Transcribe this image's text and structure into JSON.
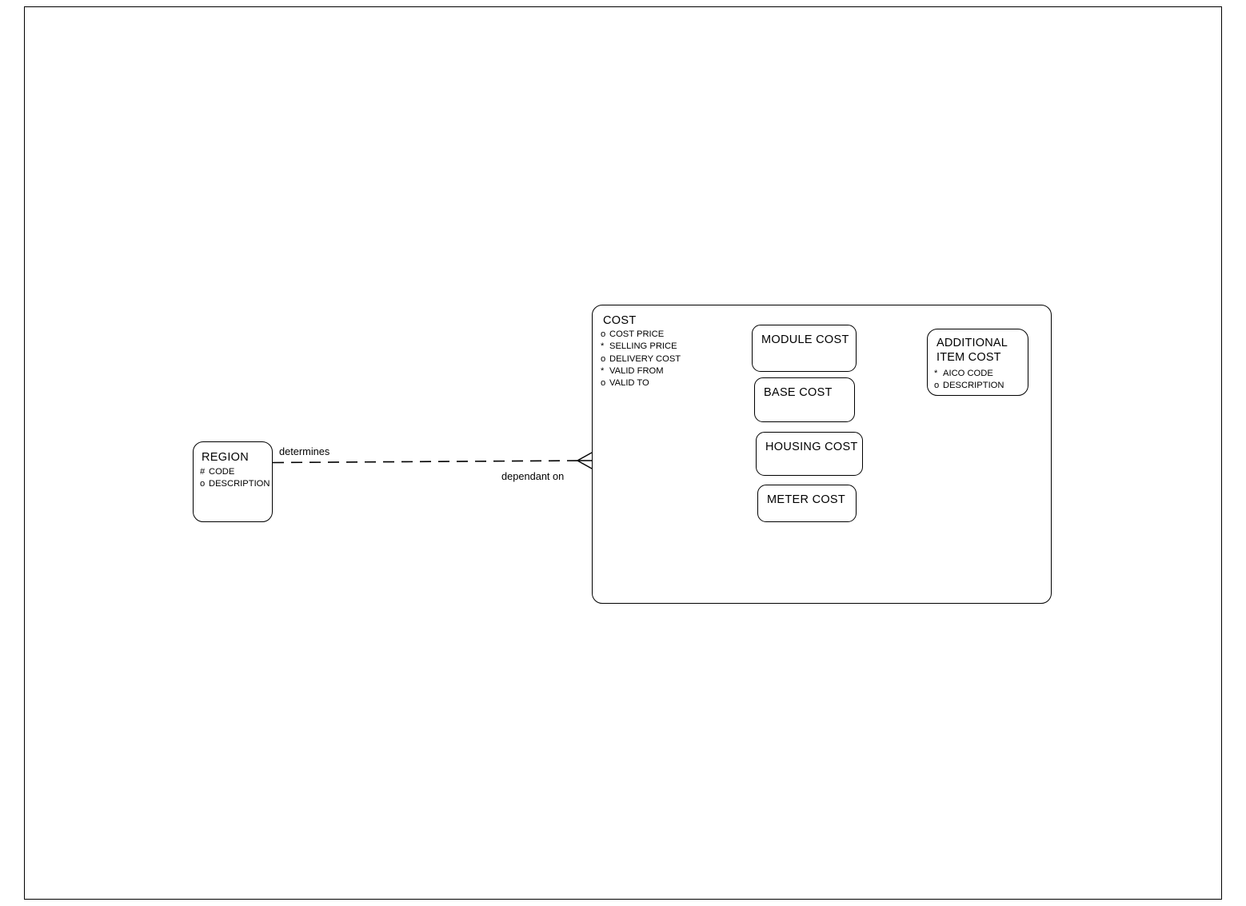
{
  "diagram": {
    "type": "entity-relationship-diagram",
    "background_color": "#ffffff",
    "line_color": "#000000",
    "frame": {
      "label": "page-border"
    }
  },
  "entities": {
    "cost": {
      "title": "COST",
      "attributes": [
        {
          "mark": "o",
          "name": "COST PRICE"
        },
        {
          "mark": "*",
          "name": "SELLING PRICE"
        },
        {
          "mark": "o",
          "name": "DELIVERY COST"
        },
        {
          "mark": "*",
          "name": "VALID FROM"
        },
        {
          "mark": "o",
          "name": "VALID TO"
        }
      ]
    },
    "region": {
      "title": "REGION",
      "attributes": [
        {
          "mark": "#",
          "name": "CODE"
        },
        {
          "mark": "o",
          "name": "DESCRIPTION"
        }
      ]
    },
    "additional_item_cost": {
      "title": "ADDITIONAL ITEM COST",
      "attributes": [
        {
          "mark": "*",
          "name": "AICO CODE"
        },
        {
          "mark": "o",
          "name": "DESCRIPTION"
        }
      ]
    },
    "sub_entities": [
      {
        "title": "MODULE COST"
      },
      {
        "title": "BASE COST"
      },
      {
        "title": "HOUSING COST"
      },
      {
        "title": "METER COST"
      }
    ]
  },
  "relationship": {
    "from": "REGION",
    "to": "COST",
    "style": "dashed",
    "from_label": "determines",
    "to_label": "dependant on",
    "to_cardinality": "crows-foot-many"
  }
}
